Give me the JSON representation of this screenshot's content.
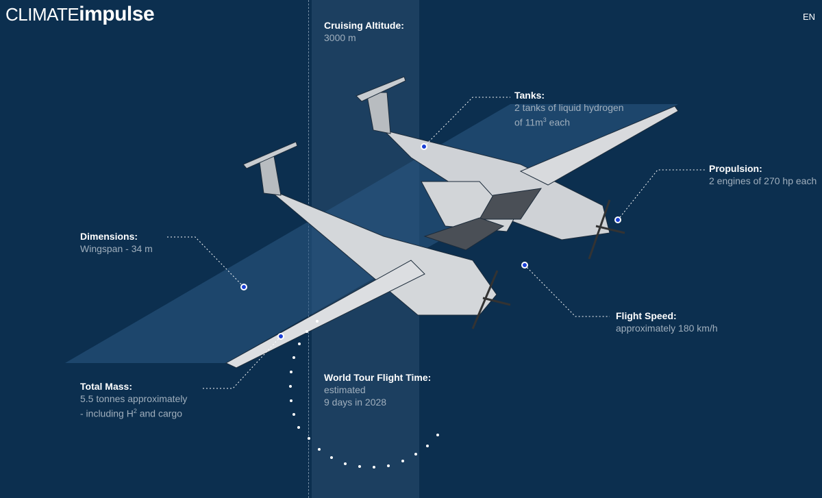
{
  "header": {
    "logo_light": "CLIMATE",
    "logo_bold": "impulse",
    "language": "EN"
  },
  "specs": {
    "altitude": {
      "title": "Cruising Altitude:",
      "lines": [
        "3000 m"
      ]
    },
    "tanks": {
      "title": "Tanks:",
      "lines": [
        "2 tanks of liquid hydrogen",
        "of 11m",
        "3",
        " each"
      ]
    },
    "propulsion": {
      "title": "Propulsion:",
      "lines": [
        "2 engines of 270 hp each"
      ]
    },
    "dimensions": {
      "title": "Dimensions:",
      "lines": [
        "Wingspan - 34 m"
      ]
    },
    "speed": {
      "title": "Flight Speed:",
      "lines": [
        "approximately 180 km/h"
      ]
    },
    "mass": {
      "title": "Total Mass:",
      "lines": [
        "5.5 tonnes approximately",
        "- including H",
        "2",
        " and cargo"
      ]
    },
    "flight_time": {
      "title": "World Tour Flight Time:",
      "lines": [
        "estimated",
        "9 days in 2028"
      ]
    }
  },
  "colors": {
    "background": "#0c2f4f",
    "column": "#1c3f60",
    "hotspot": "#1a3fd6"
  }
}
